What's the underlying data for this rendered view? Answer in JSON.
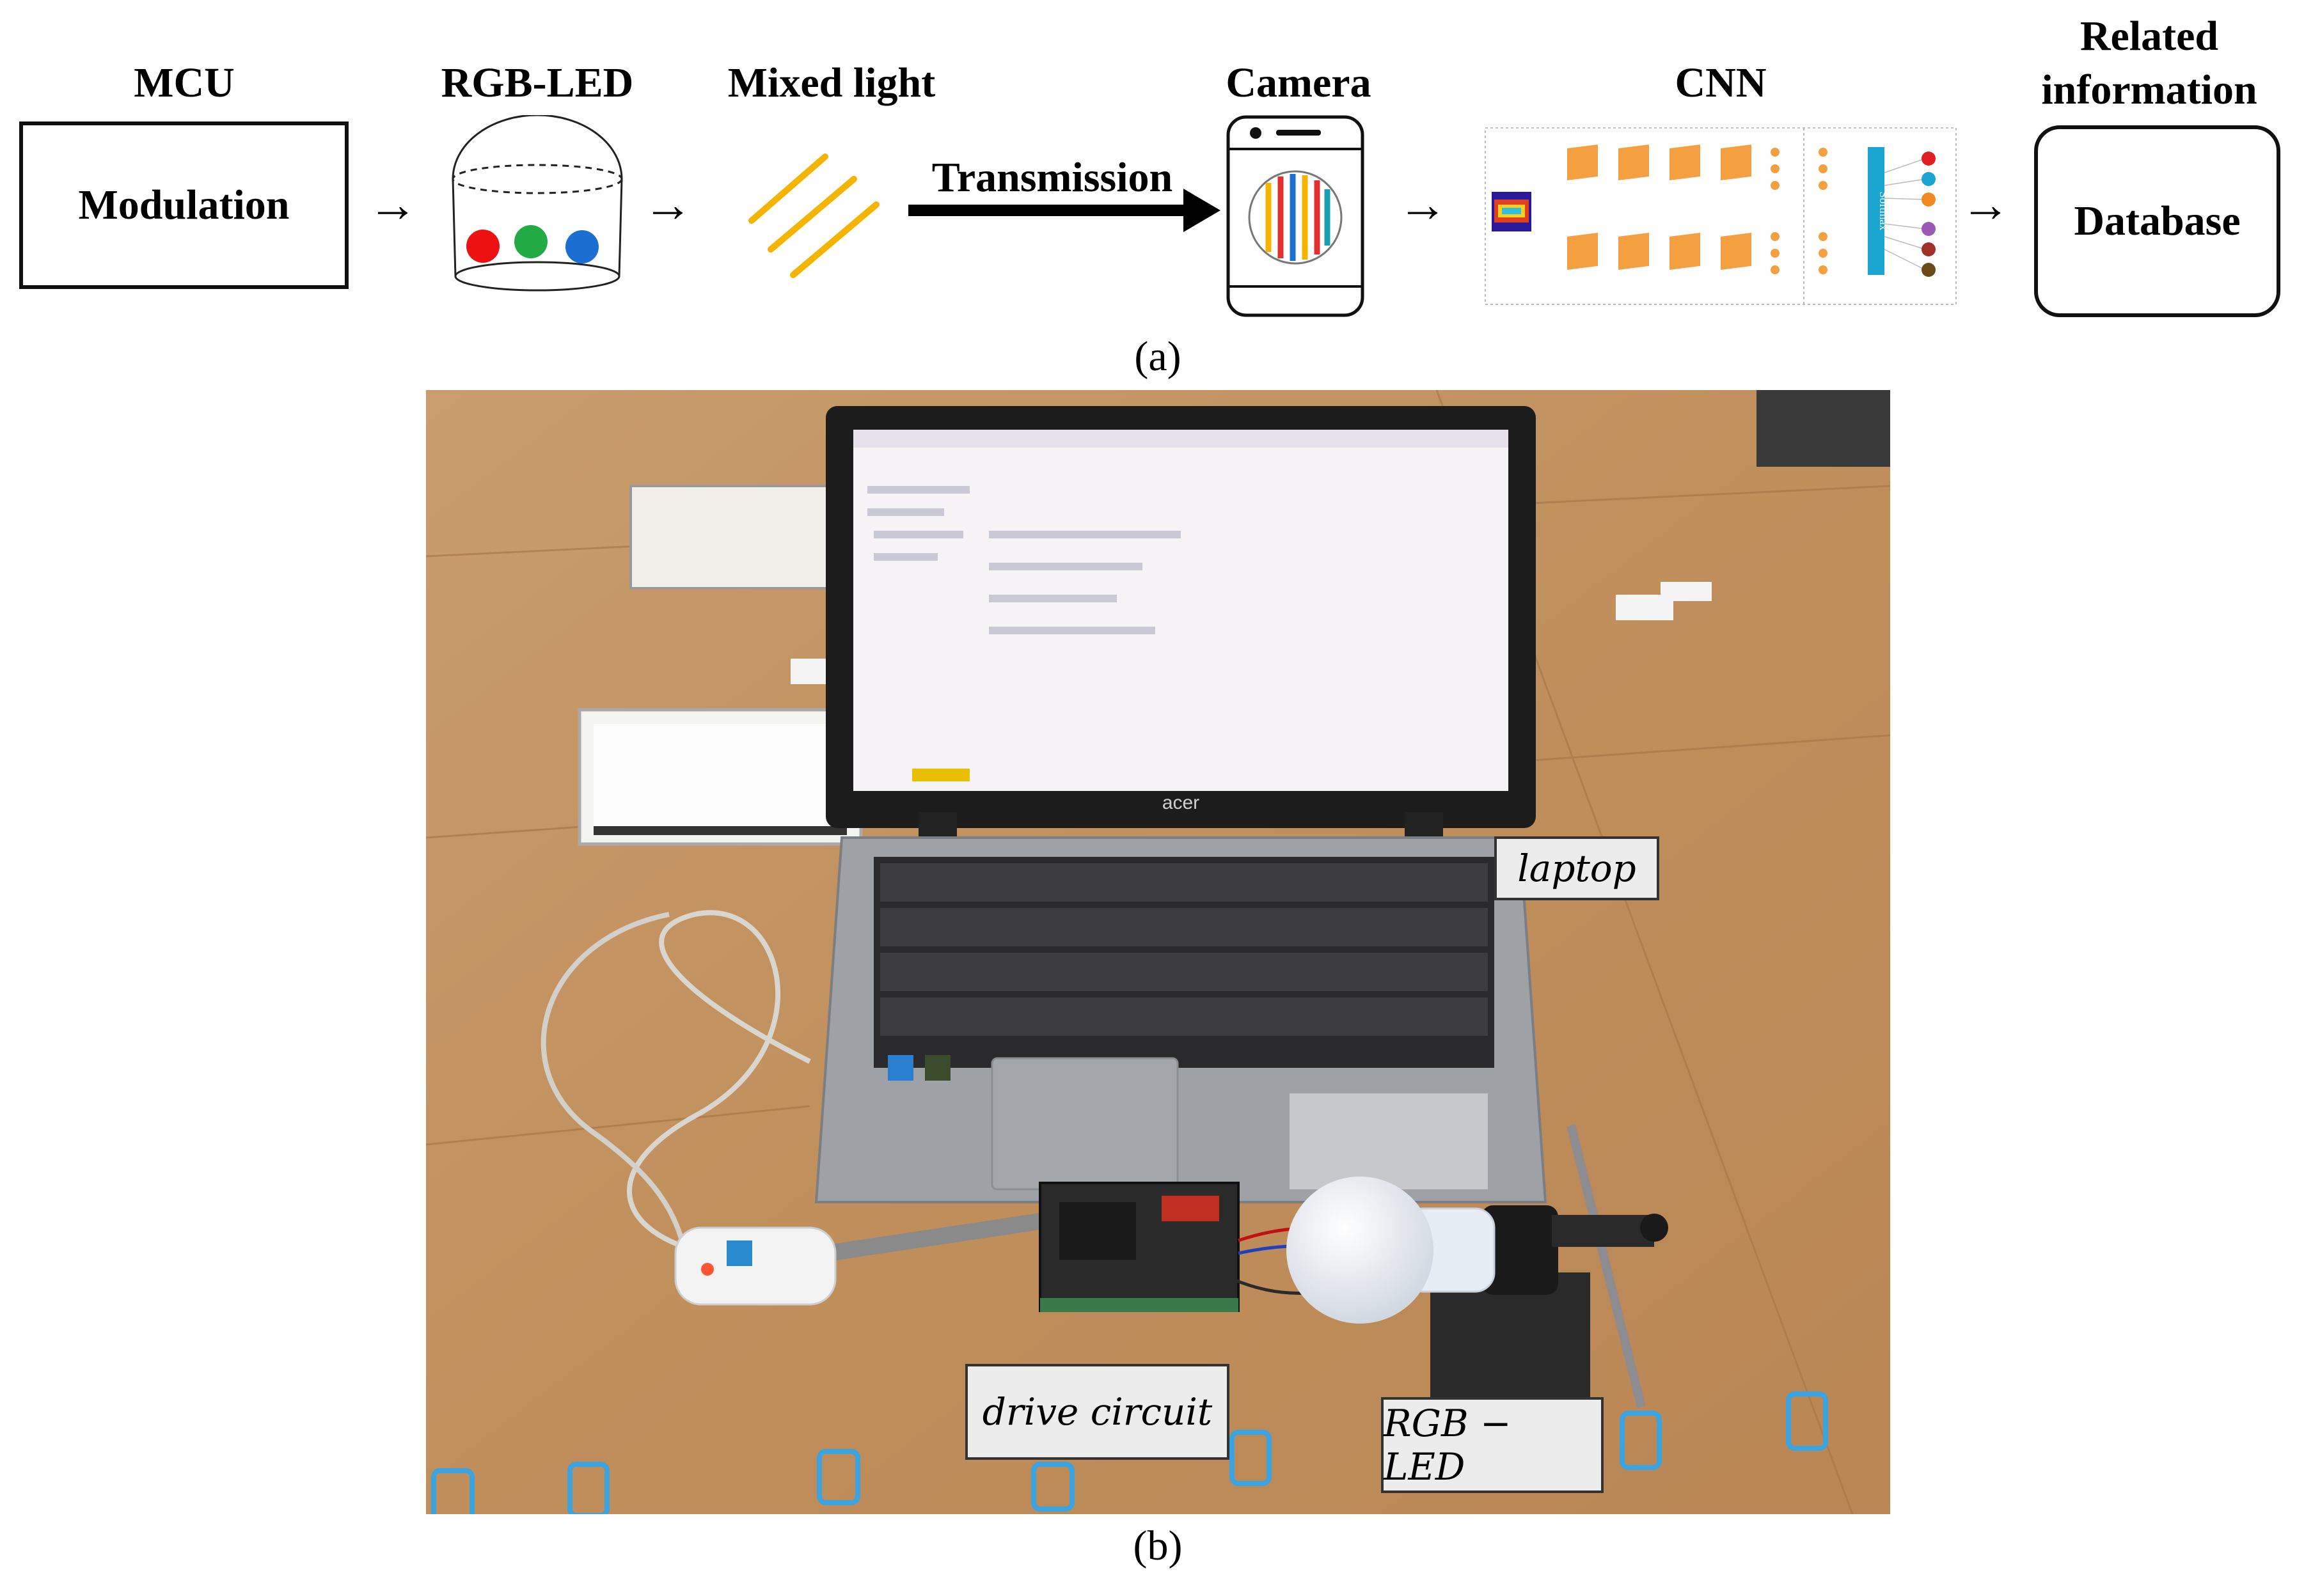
{
  "panel_a": {
    "steps": [
      {
        "header": "MCU",
        "box_text": "Modulation"
      },
      {
        "header": "RGB-LED"
      },
      {
        "header": "Mixed light"
      },
      {
        "header": "Camera"
      },
      {
        "header": "CNN",
        "inner_label": "Softmax"
      },
      {
        "header": "Related information",
        "header_lines": [
          "Related",
          "information"
        ],
        "box_text": "Database"
      }
    ],
    "transmission_label": "Transmission",
    "arrow_glyph": "→",
    "led_colors": [
      "#ee1111",
      "#22aa44",
      "#1a6fd0"
    ],
    "light_color": "#f5b400",
    "camera_stripe_colors": [
      "#f5b400",
      "#e03030",
      "#1a6fd0",
      "#f5b400",
      "#e03030",
      "#1a9fb0"
    ],
    "cnn_node_colors": [
      "#e02020",
      "#1aa6d0",
      "#f08a20",
      "#9b59b6",
      "#a0302a",
      "#6b4a1a"
    ],
    "caption": "(a)"
  },
  "panel_b": {
    "labels": {
      "laptop": "laptop",
      "drive_circuit": "drive circuit",
      "rgb_led": "RGB − LED"
    },
    "laptop_brand": "acer",
    "caption": "(b)"
  }
}
